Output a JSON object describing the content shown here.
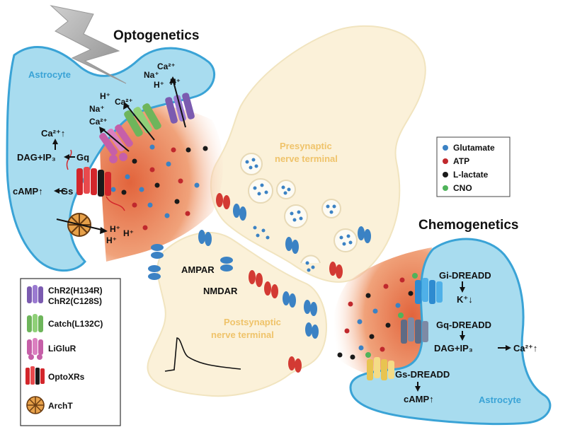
{
  "titles": {
    "optogenetics": "Optogenetics",
    "chemogenetics": "Chemogenetics"
  },
  "cells": {
    "astrocyte_left": "Astrocyte",
    "astrocyte_right": "Astrocyte",
    "presynaptic_1": "Presynaptic",
    "presynaptic_2": "nerve terminal",
    "postsynaptic_1": "Postsynaptic",
    "postsynaptic_2": "nerve terminal"
  },
  "receptors": {
    "ampar": "AMPAR",
    "nmdar": "NMDAR"
  },
  "opto_pathway": {
    "ca_up": "Ca²⁺↑",
    "dag_ip3": "DAG+IP₃",
    "gq": "Gq",
    "camp_up": "cAMP↑",
    "gs": "Gs"
  },
  "ions": {
    "ca_top": "Ca²⁺",
    "na_top": "Na⁺",
    "h_top1": "H⁺",
    "h_top2": "H⁺",
    "h_mid": "H⁺",
    "na_mid": "Na⁺",
    "ca_mid": "Ca²⁺",
    "ca_catch": "Ca²⁺",
    "h_arch1": "H⁺",
    "h_arch2": "H⁺",
    "h_arch3": "H⁺"
  },
  "chemo_pathway": {
    "gi": "Gi-DREADD",
    "k_down": "K⁺↓",
    "gq": "Gq-DREADD",
    "dag_ip3": "DAG+IP₃",
    "ca_up": "Ca²⁺↑",
    "gs": "Gs-DREADD",
    "camp_up": "cAMP↑"
  },
  "molecule_legend": [
    {
      "label": "Glutamate",
      "color": "#3b82c4"
    },
    {
      "label": "ATP",
      "color": "#c0282d"
    },
    {
      "label": "L-lactate",
      "color": "#1a1a1a"
    },
    {
      "label": "CNO",
      "color": "#4fb35a"
    }
  ],
  "tool_legend": [
    {
      "label": "ChR2(H134R)"
    },
    {
      "label": "ChR2(C128S)"
    },
    {
      "label": "Catch(L132C)"
    },
    {
      "label": "LiGluR"
    },
    {
      "label": "OptoXRs"
    },
    {
      "label": "ArchT"
    }
  ],
  "colors": {
    "astrocyte": "#a8dcef",
    "astrocyte_outline": "#3aa3d6",
    "terminal": "#fbf1d9",
    "terminal_outline": "#f1e4bf",
    "label_gold": "#efc36a",
    "cleft_gradient": "#e8754a"
  }
}
